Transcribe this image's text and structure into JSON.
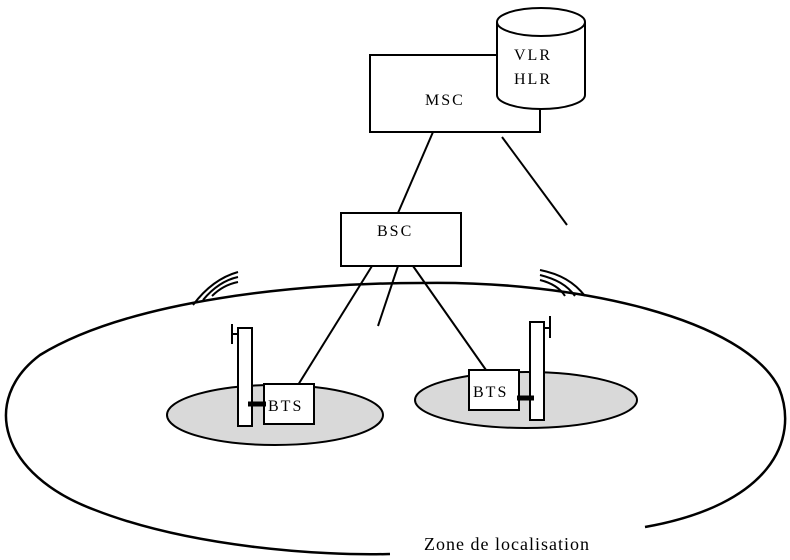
{
  "diagram": {
    "nodes": {
      "msc": "MSC",
      "vlr": "VLR",
      "hlr": "HLR",
      "bsc": "BSC",
      "bts_left": "BTS",
      "bts_right": "BTS"
    },
    "zone_label": "Zone de localisation",
    "colors": {
      "stroke": "#000000",
      "cell_fill": "#d9d9d9",
      "box_fill": "#ffffff"
    }
  }
}
